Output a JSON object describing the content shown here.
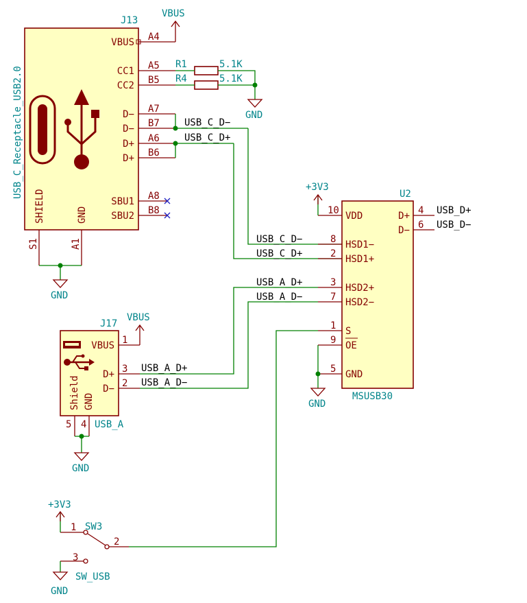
{
  "j13": {
    "ref": "J13",
    "value": "USB_C_Receptacle_USB2.0",
    "pins": {
      "vbus": {
        "num": "A4",
        "name": "VBUS"
      },
      "cc1": {
        "num": "A5",
        "name": "CC1"
      },
      "cc2": {
        "num": "B5",
        "name": "CC2"
      },
      "dm_a7": {
        "num": "A7",
        "name": "D−"
      },
      "dm_b7": {
        "num": "B7",
        "name": "D−"
      },
      "dp_a6": {
        "num": "A6",
        "name": "D+"
      },
      "dp_b6": {
        "num": "B6",
        "name": "D+"
      },
      "sbu1": {
        "num": "A8",
        "name": "SBU1"
      },
      "sbu2": {
        "num": "B8",
        "name": "SBU2"
      },
      "shield": {
        "num": "S1",
        "name": "SHIELD"
      },
      "gnd": {
        "num": "A1",
        "name": "GND"
      }
    }
  },
  "r1": {
    "ref": "R1",
    "value": "5.1K"
  },
  "r4": {
    "ref": "R4",
    "value": "5.1K"
  },
  "u2": {
    "ref": "U2",
    "value": "MSUSB30",
    "pins": {
      "vdd": {
        "num": "10",
        "name": "VDD"
      },
      "dp": {
        "num": "4",
        "name": "D+"
      },
      "dm": {
        "num": "6",
        "name": "D−"
      },
      "hsd1m": {
        "num": "8",
        "name": "HSD1−"
      },
      "hsd1p": {
        "num": "2",
        "name": "HSD1+"
      },
      "hsd2p": {
        "num": "3",
        "name": "HSD2+"
      },
      "hsd2m": {
        "num": "7",
        "name": "HSD2−"
      },
      "s": {
        "num": "1",
        "name": "S"
      },
      "oe": {
        "num": "9",
        "name": "OE"
      },
      "gnd": {
        "num": "5",
        "name": "GND"
      }
    }
  },
  "j17": {
    "ref": "J17",
    "value": "USB_A",
    "pins": {
      "vbus": {
        "num": "1",
        "name": "VBUS"
      },
      "dp": {
        "num": "3",
        "name": "D+"
      },
      "dm": {
        "num": "2",
        "name": "D−"
      },
      "shield": {
        "num": "5",
        "name": "Shield"
      },
      "gnd": {
        "num": "4",
        "name": "GND"
      }
    }
  },
  "sw3": {
    "ref": "SW3",
    "value": "SW_USB",
    "pins": {
      "p1": "1",
      "p2": "2",
      "p3": "3"
    }
  },
  "power": {
    "vbus_j13": "VBUS",
    "vbus_j17": "VBUS",
    "v3v3_u2": "+3V3",
    "v3v3_sw": "+3V3",
    "gnd_r": "GND",
    "gnd_j13": "GND",
    "gnd_u2": "GND",
    "gnd_j17": "GND",
    "gnd_sw": "GND"
  },
  "nets": {
    "usb_c_dm_1": "USB_C_D−",
    "usb_c_dp_1": "USB_C_D+",
    "usb_c_dm_2": "USB_C_D−",
    "usb_c_dp_2": "USB_C_D+",
    "usb_a_dp_1": "USB_A_D+",
    "usb_a_dm_1": "USB_A_D−",
    "usb_a_dp_2": "USB_A_D+",
    "usb_a_dm_2": "USB_A_D−",
    "usb_dp": "USB_D+",
    "usb_dm": "USB_D−"
  }
}
